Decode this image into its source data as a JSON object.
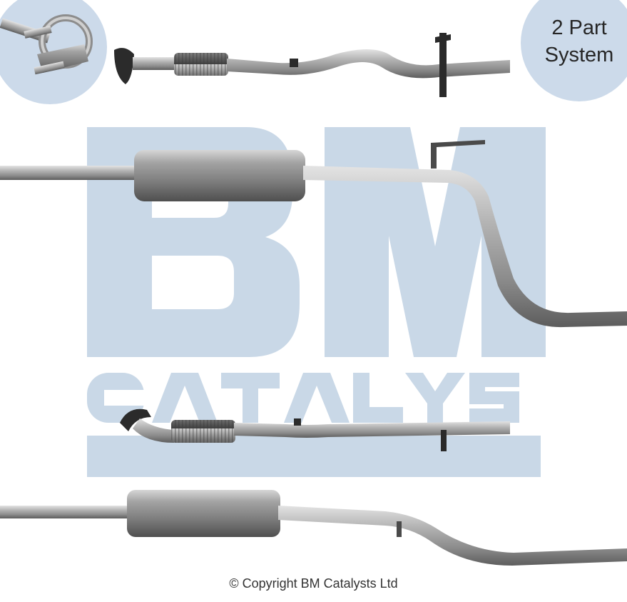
{
  "watermark": {
    "brand_letters": "BM",
    "brand_word": "CATALYSTS",
    "color": "#c9d8e7"
  },
  "badge": {
    "line1": "2 Part",
    "line2": "System",
    "color": "#ccdaea"
  },
  "footer": {
    "copyright": "© Copyright BM Catalysts Ltd"
  },
  "parts": [
    {
      "name": "clamp",
      "view": "top-left"
    },
    {
      "name": "front-pipe",
      "view": "top"
    },
    {
      "name": "rear-silencer-section",
      "view": "top"
    },
    {
      "name": "front-pipe",
      "view": "side"
    },
    {
      "name": "rear-silencer-section",
      "view": "side"
    }
  ],
  "colors": {
    "metal_light": "#d7d7d7",
    "metal_mid": "#9b9b9b",
    "metal_dark": "#5f5f5f",
    "bracket": "#2a2a2a"
  }
}
